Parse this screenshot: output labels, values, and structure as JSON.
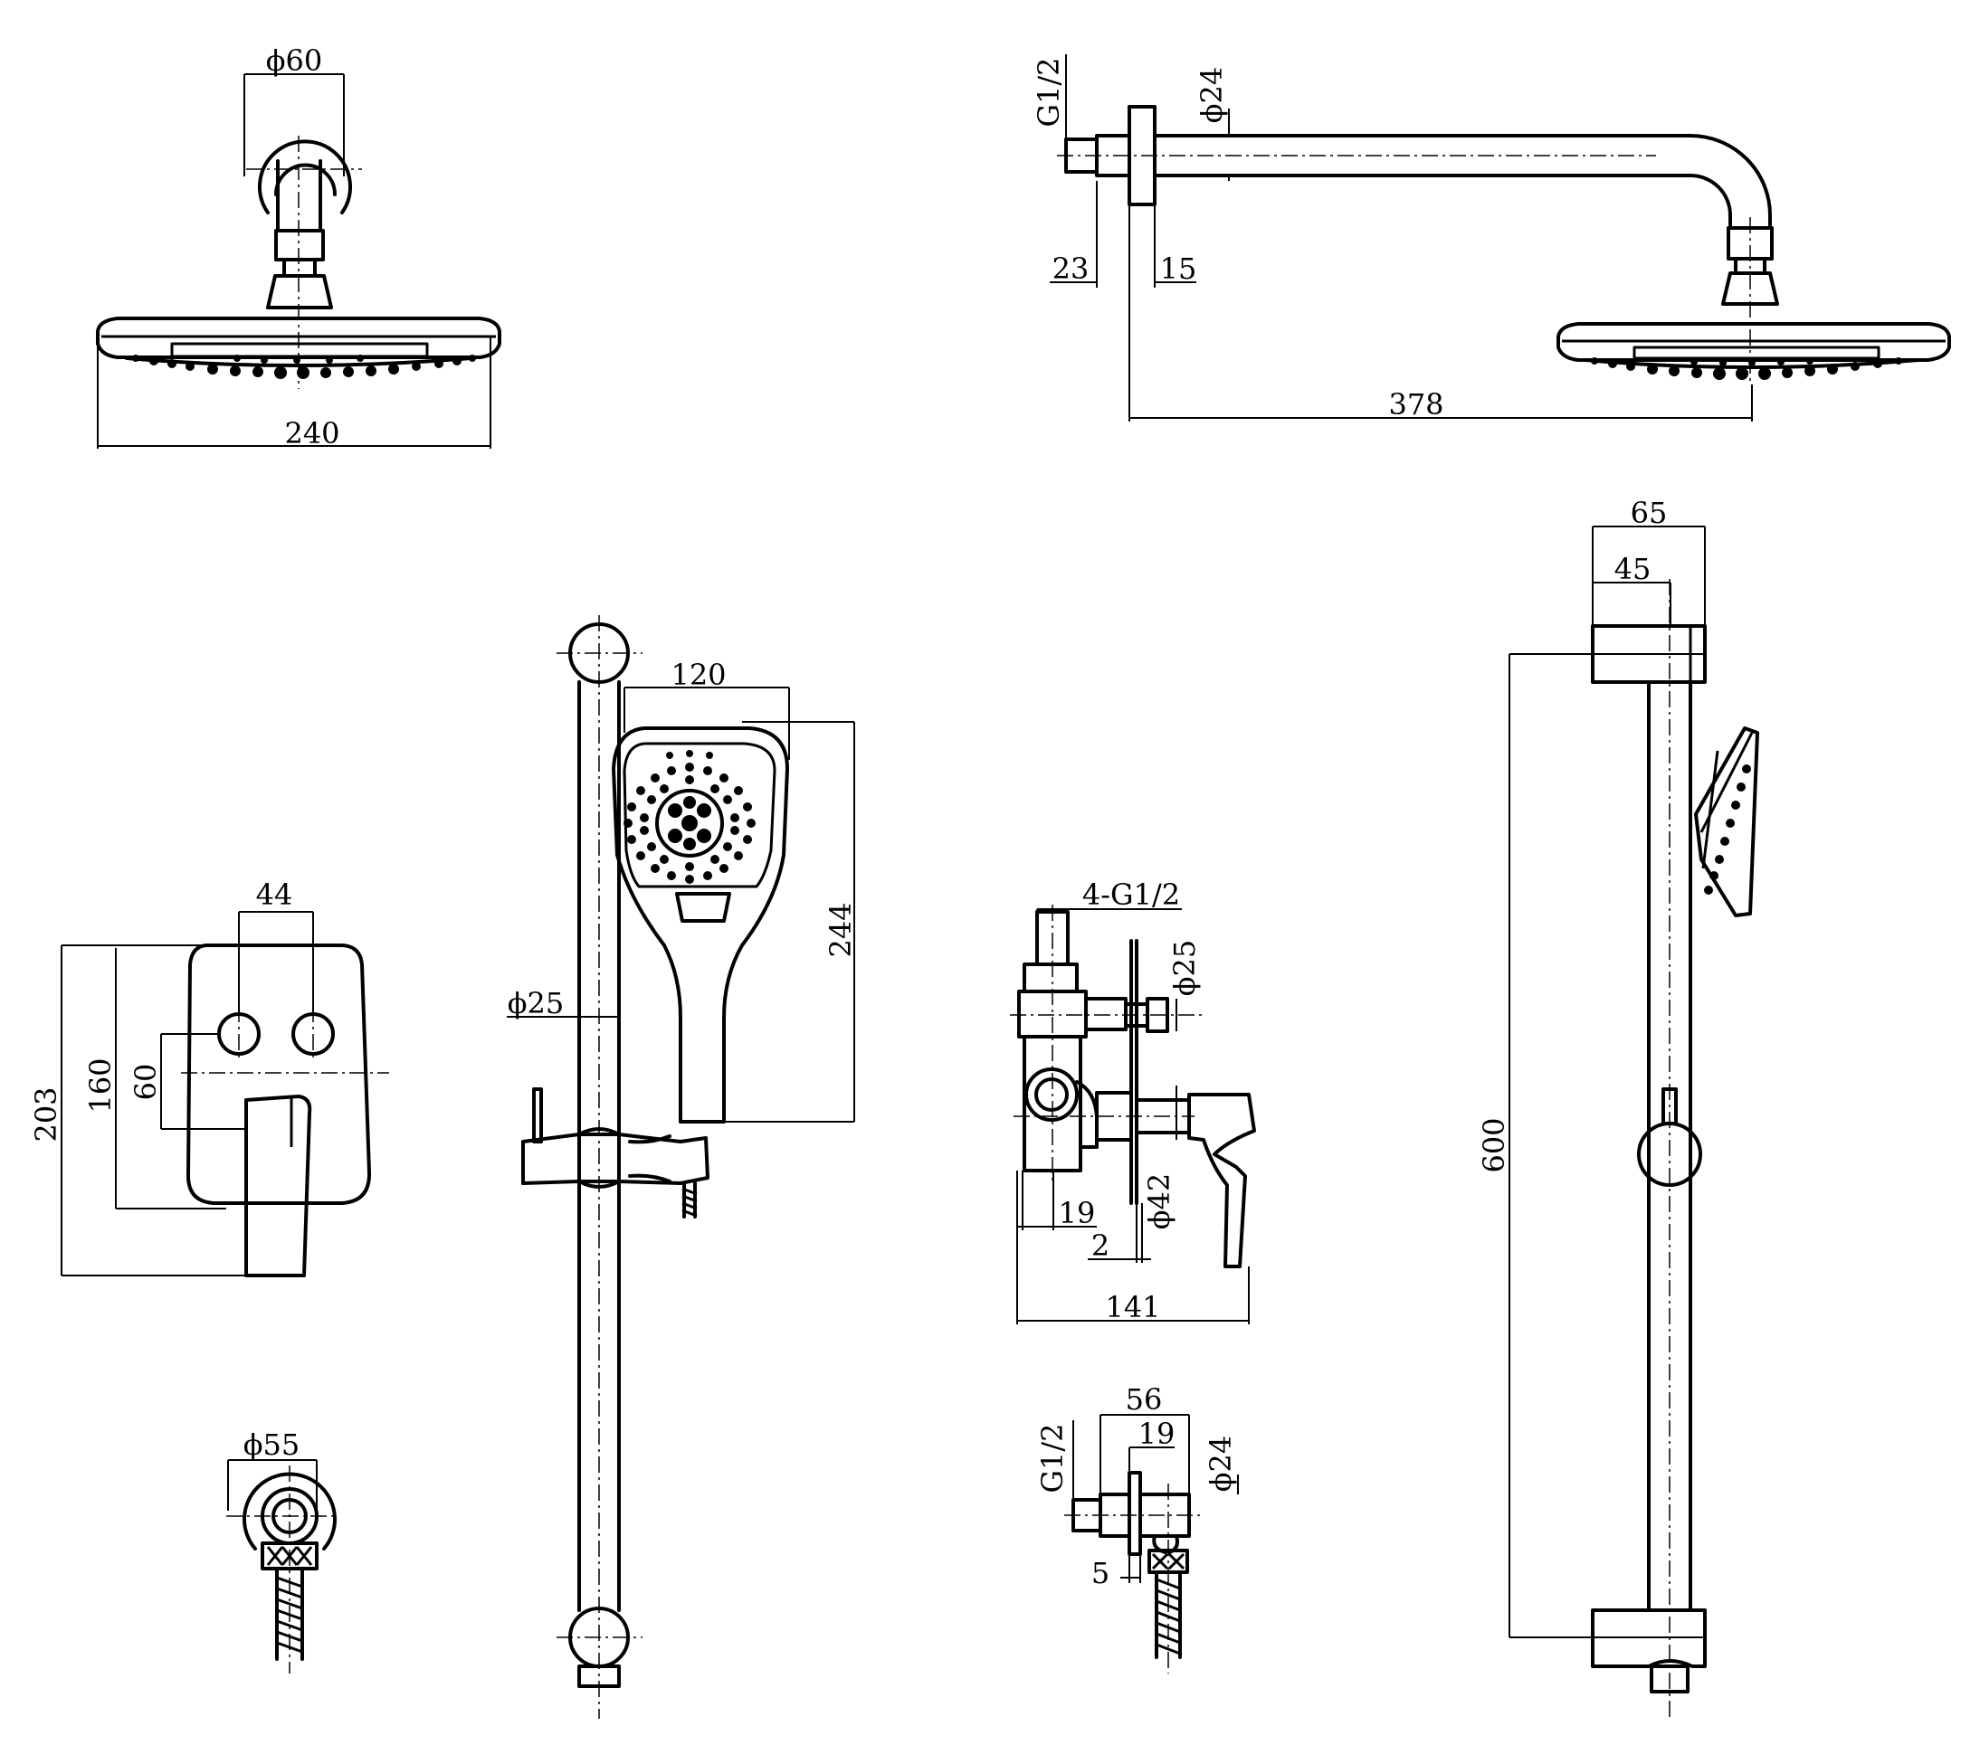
{
  "dimensions": {
    "shower_head_top_dia": "ϕ60",
    "shower_head_width": "240",
    "arm_thread": "G1/2",
    "arm_dia": "ϕ24",
    "arm_flange_offset": "23",
    "arm_flange_thickness": "15",
    "arm_length": "378",
    "bar_total_width": "65",
    "bar_inner_width": "45",
    "bar_length": "600",
    "handshower_width": "120",
    "handshower_length": "244",
    "bar_dia": "ϕ25",
    "plate_hole_spacing": "44",
    "plate_height": "203",
    "plate_inner_height": "160",
    "plate_hole_offset": "60",
    "valve_thread": "4-G1/2",
    "valve_spout_dia": "ϕ25",
    "valve_handle_dia": "ϕ42",
    "valve_depth_19": "19",
    "valve_gap": "2",
    "valve_total_depth": "141",
    "outlet_flange_dia": "ϕ55",
    "elbow_width": "56",
    "elbow_depth": "19",
    "elbow_thread": "G1/2",
    "elbow_dia": "ϕ24",
    "elbow_offset": "5"
  }
}
